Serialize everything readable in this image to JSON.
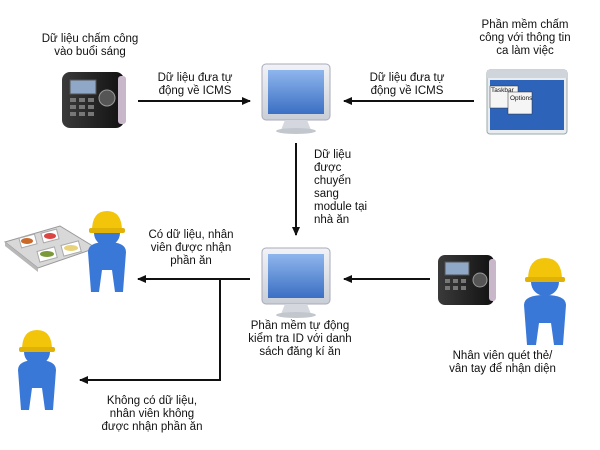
{
  "labels": {
    "morning_attendance_data": [
      "Dữ liệu chấm công",
      "vào buổi sáng"
    ],
    "shift_software": [
      "Phần mềm chấm",
      "công với thông tin",
      "ca làm việc"
    ],
    "auto_to_icms_left": [
      "Dữ liệu đưa tự",
      "động về ICMS"
    ],
    "auto_to_icms_right": [
      "Dữ liệu đưa tự",
      "động về ICMS"
    ],
    "transferred_to_canteen": [
      "Dữ liệu",
      "được",
      "chuyển",
      "sang",
      "module tại",
      "nhà ăn"
    ],
    "has_data_meal": [
      "Có dữ liệu, nhân",
      "viên được nhận",
      "phần ăn"
    ],
    "software_check_id": [
      "Phần mềm tự động",
      "kiểm tra ID với danh",
      "sách đăng kí ăn"
    ],
    "employee_scan": [
      "Nhân viên quét thẻ/",
      "vân tay để nhận diện"
    ],
    "no_data_no_meal": [
      "Không có dữ liệu,",
      "nhân viên không",
      "được nhận phần ăn"
    ]
  },
  "software_window": {
    "menu_items": [
      "Taskbar",
      "Options"
    ]
  },
  "colors": {
    "arrow": "#111111",
    "worker_body": "#3a78d8",
    "helmet": "#f2c50b",
    "monitor_frame": "#d9dde3",
    "monitor_screen": "#5b8fd8",
    "device_body": "#2a2a2a",
    "window_blue": "#2d63b8"
  }
}
